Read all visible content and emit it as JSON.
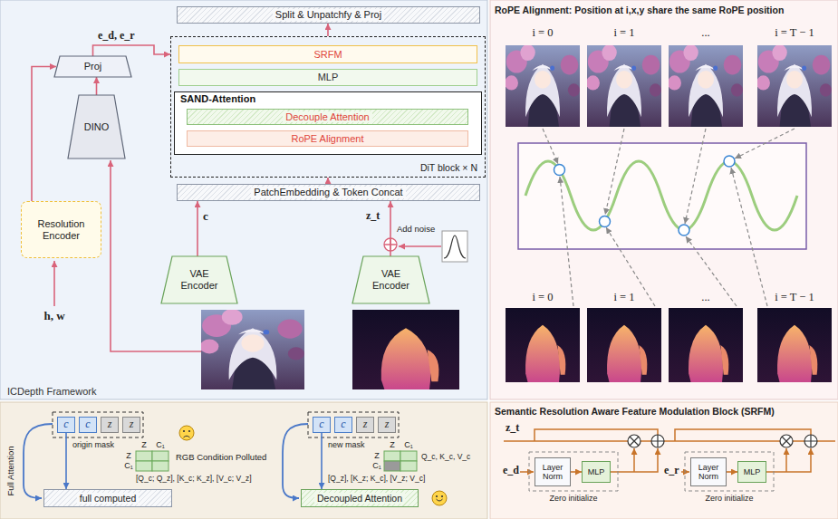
{
  "diagram": {
    "nodes": [
      {
        "text": [
          "Split & Unpatchfy & Proj"
        ]
      },
      {
        "text": [
          "DiT block × N"
        ]
      },
      {
        "text": [
          "SRFM"
        ],
        "in": 1
      },
      {
        "text": [
          "MLP"
        ],
        "in": 1
      },
      {
        "text": [
          "SAND-Attention"
        ],
        "in": 1
      },
      {
        "text": [
          "Decouple Attention"
        ],
        "in": 4
      },
      {
        "text": [
          "RoPE Alignment"
        ],
        "in": 4
      },
      {
        "text": [
          "PatchEmbedding & Token Concat"
        ]
      },
      {
        "text": [
          "Proj"
        ]
      },
      {
        "text": [
          "DINO"
        ]
      },
      {
        "text": [
          "Resolution Encoder"
        ]
      },
      {
        "text": [
          "VAE Encoder"
        ]
      },
      {
        "text": [
          "VAE Encoder"
        ]
      },
      {
        "text": [
          "c"
        ]
      },
      {
        "text": [
          "c"
        ]
      },
      {
        "text": [
          "z"
        ]
      },
      {
        "text": [
          "z"
        ]
      },
      {
        "text": [
          "full computed"
        ]
      },
      {
        "text": [
          "c"
        ]
      },
      {
        "text": [
          "c"
        ]
      },
      {
        "text": [
          "z"
        ]
      },
      {
        "text": [
          "z"
        ]
      },
      {
        "text": [
          "Decoupled Attention"
        ]
      },
      {
        "text": [
          "Layer Norm"
        ]
      },
      {
        "text": [
          "MLP"
        ]
      },
      {
        "text": [
          "Layer Norm"
        ]
      },
      {
        "text": [
          "MLP"
        ]
      }
    ],
    "edges": [
      {
        "from": 11,
        "to": 7,
        "label": "c",
        "arrow": "to"
      },
      {
        "from": 12,
        "to": 7,
        "label": "z_t",
        "arrow": "to"
      },
      {
        "from": 7,
        "to": 1,
        "arrow": "to"
      },
      {
        "from": 1,
        "to": 0,
        "arrow": "to"
      },
      {
        "from": 10,
        "to": 8,
        "arrow": "to"
      },
      {
        "from": 9,
        "to": 8,
        "arrow": "to"
      },
      {
        "from": 8,
        "to": 1,
        "label": "e_d, e_r",
        "arrow": "to"
      },
      {
        "from": 13,
        "to": 17,
        "arrow": "to"
      },
      {
        "from": 18,
        "to": 22,
        "arrow": "to"
      },
      {
        "from": 23,
        "to": 24,
        "arrow": "to"
      },
      {
        "from": 25,
        "to": 26,
        "arrow": "to"
      }
    ],
    "labels": [
      "ICDepth Framework",
      "h, w",
      "Add noise",
      "RoPE Alignment: Position at i,x,y share the same RoPE position",
      "i = 0",
      "i = 1",
      "...",
      "i = T − 1",
      "i = 0",
      "i = 1",
      "...",
      "i = T − 1",
      "Full Attention",
      "origin mask",
      "Z",
      "C₁",
      "Z",
      "C₁",
      "RGB Condition Polluted",
      "[Q_c; Q_z], [K_c; K_z], [V_c; V_z]",
      "new mask",
      "Z",
      "C₁",
      "Z",
      "C₁",
      "Q_c, K_c, V_c",
      "[Q_z], [K_z; K_c], [V_z; V_c]",
      "Semantic Resolution Aware Feature Modulation Block (SRFM)",
      "z_t",
      "e_d",
      "e_r",
      "Zero initialize",
      "Zero initialize"
    ]
  }
}
